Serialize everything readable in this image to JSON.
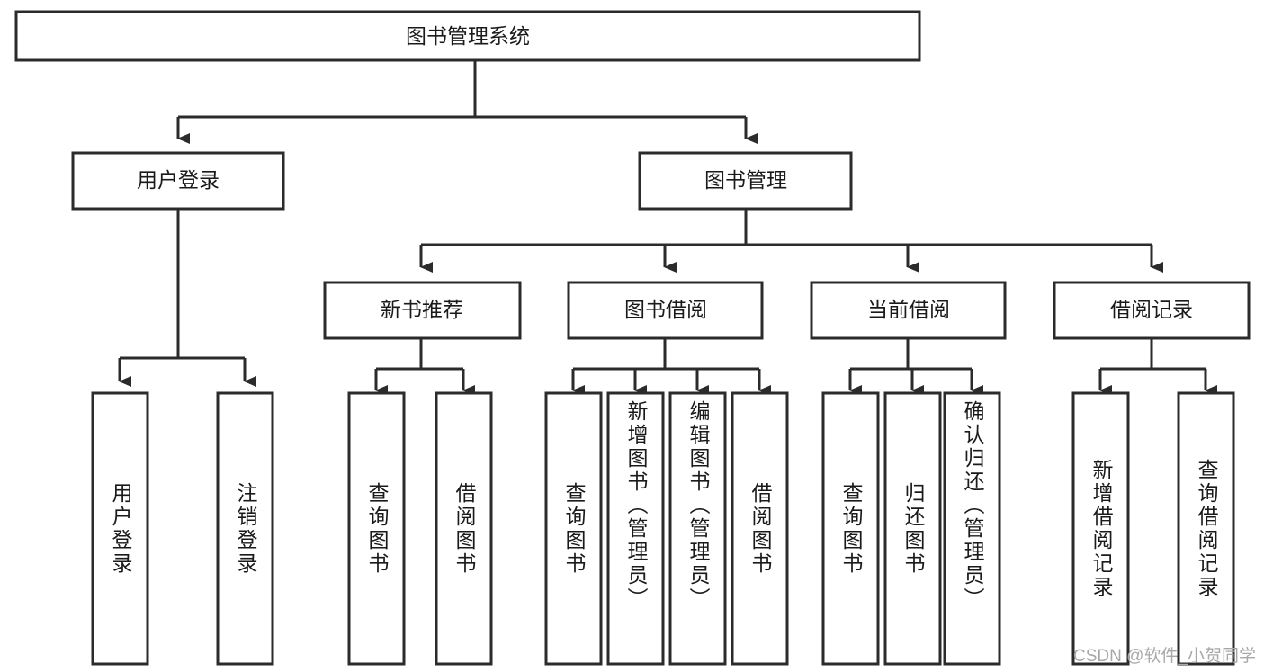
{
  "diagram": {
    "title": "图书管理系统",
    "type": "tree-hierarchy",
    "root": {
      "label": "图书管理系统"
    },
    "level2": [
      {
        "label": "用户登录"
      },
      {
        "label": "图书管理"
      }
    ],
    "level3": [
      {
        "label": "新书推荐"
      },
      {
        "label": "图书借阅"
      },
      {
        "label": "当前借阅"
      },
      {
        "label": "借阅记录"
      }
    ],
    "leaves": {
      "user_login": [
        {
          "label": "用户登录"
        },
        {
          "label": "注销登录"
        }
      ],
      "new_book_recommend": [
        {
          "label": "查询图书"
        },
        {
          "label": "借阅图书"
        }
      ],
      "book_borrow": [
        {
          "label": "查询图书"
        },
        {
          "label": "新增图书（管理员）"
        },
        {
          "label": "编辑图书（管理员）"
        },
        {
          "label": "借阅图书"
        }
      ],
      "current_borrow": [
        {
          "label": "查询图书"
        },
        {
          "label": "归还图书"
        },
        {
          "label": "确认归还（管理员）"
        }
      ],
      "borrow_record": [
        {
          "label": "新增借阅记录"
        },
        {
          "label": "查询借阅记录"
        }
      ]
    }
  },
  "watermark": {
    "text": "CSDN @软件_小贺同学"
  },
  "colors": {
    "stroke": "#2b2b2b",
    "box_fill": "#ffffff",
    "text": "#1a1a1a",
    "watermark": "#a8a8a8",
    "background": "#ffffff"
  }
}
